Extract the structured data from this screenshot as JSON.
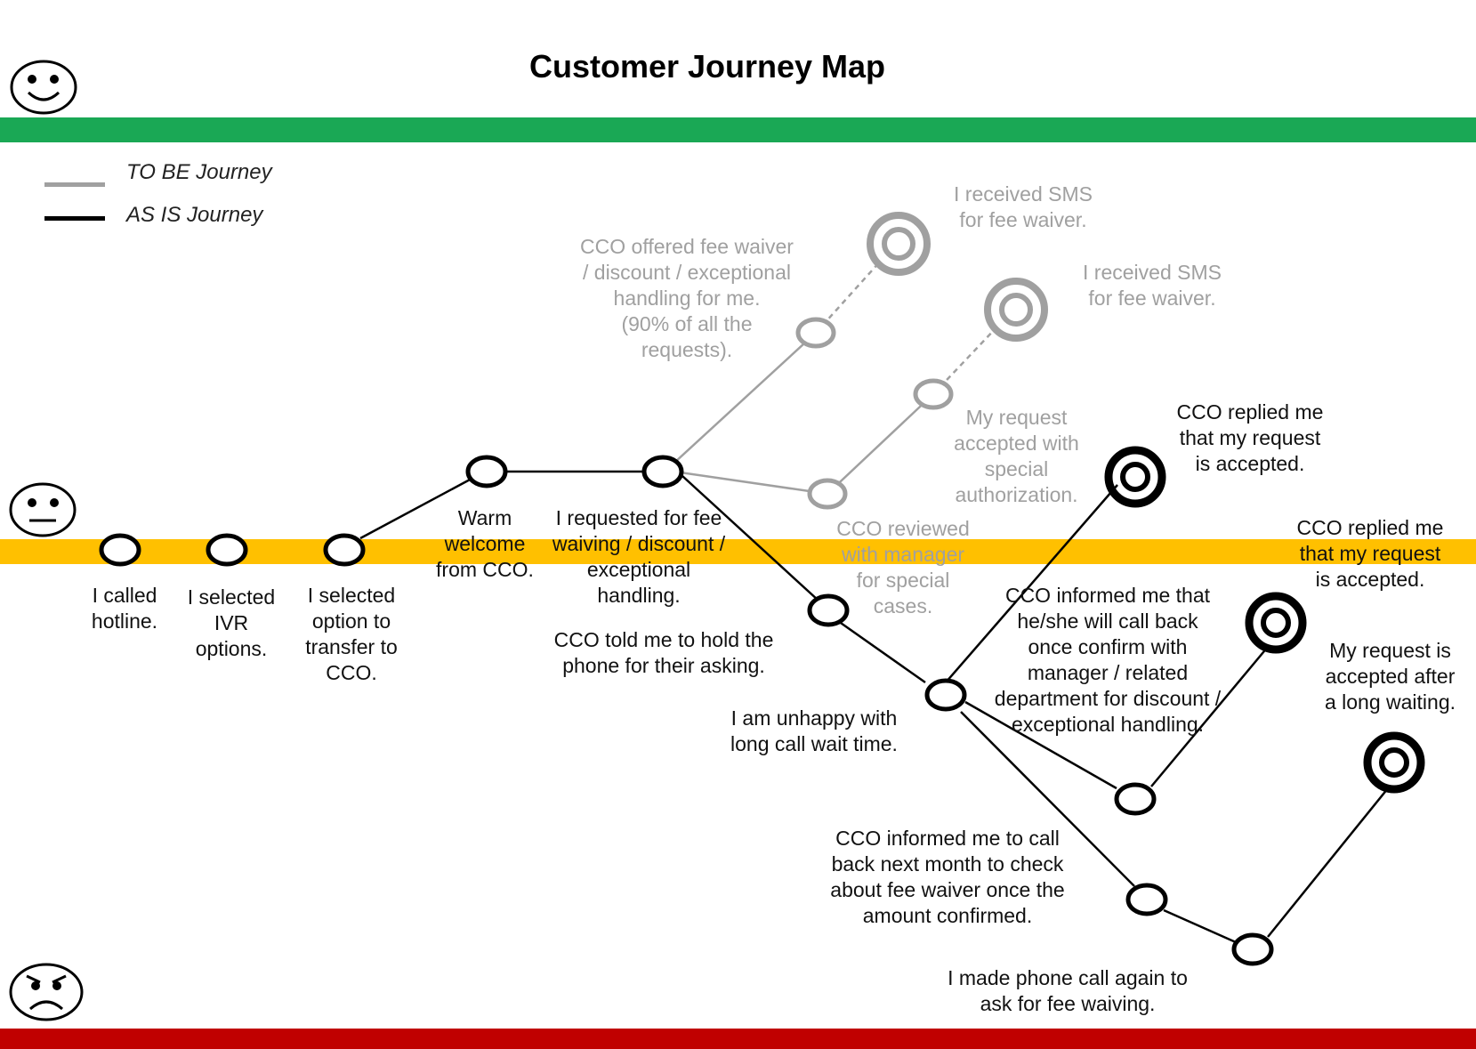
{
  "title": "Customer Journey Map",
  "colors": {
    "happy_band": "#1aa855",
    "neutral_band": "#ffc000",
    "unhappy_band": "#c00000",
    "as_is": "#000000",
    "to_be": "#a0a0a0"
  },
  "faces": {
    "happy": "smiley-face-icon",
    "neutral": "neutral-face-icon",
    "unhappy": "angry-face-icon"
  },
  "legend": [
    {
      "label": "TO BE Journey",
      "type": "to_be"
    },
    {
      "label": "AS IS Journey",
      "type": "as_is"
    }
  ],
  "steps": {
    "called": "I called\nhotline.",
    "ivr": "I selected\nIVR\noptions.",
    "transfer": "I selected\noption to\ntransfer to\nCCO.",
    "welcome": "Warm\nwelcome\nfrom CCO.",
    "requested": "I requested for fee\nwaiving / discount /\nexceptional\nhandling.",
    "hold": "CCO told me to hold the\nphone for their asking.",
    "unhappy_wait": "I am unhappy with\nlong call wait time.",
    "informed_callback": "CCO informed me that\nhe/she will call back\nonce confirm with\nmanager / related\ndepartment for discount /\nexceptional handling.",
    "replied_accepted_1": "CCO replied me\nthat my request\nis accepted.",
    "replied_accepted_2": "CCO replied me\nthat my request\nis accepted.",
    "accepted_long_wait": "My request is\naccepted after\na long waiting.",
    "call_next_month": "CCO informed me to call\nback next month to check\nabout fee waiver once the\namount confirmed.",
    "called_again": "I made phone call again to\nask for fee waiving."
  },
  "tobe_steps": {
    "offered": "CCO offered fee waiver\n/ discount / exceptional\nhandling for me.\n(90% of all the\nrequests).",
    "sms_1": "I received SMS\nfor fee waiver.",
    "sms_2": "I received SMS\nfor fee waiver.",
    "reviewed": "CCO reviewed\nwith manager\nfor special\ncases.",
    "special_auth": "My request\naccepted with\nspecial\nauthorization."
  }
}
